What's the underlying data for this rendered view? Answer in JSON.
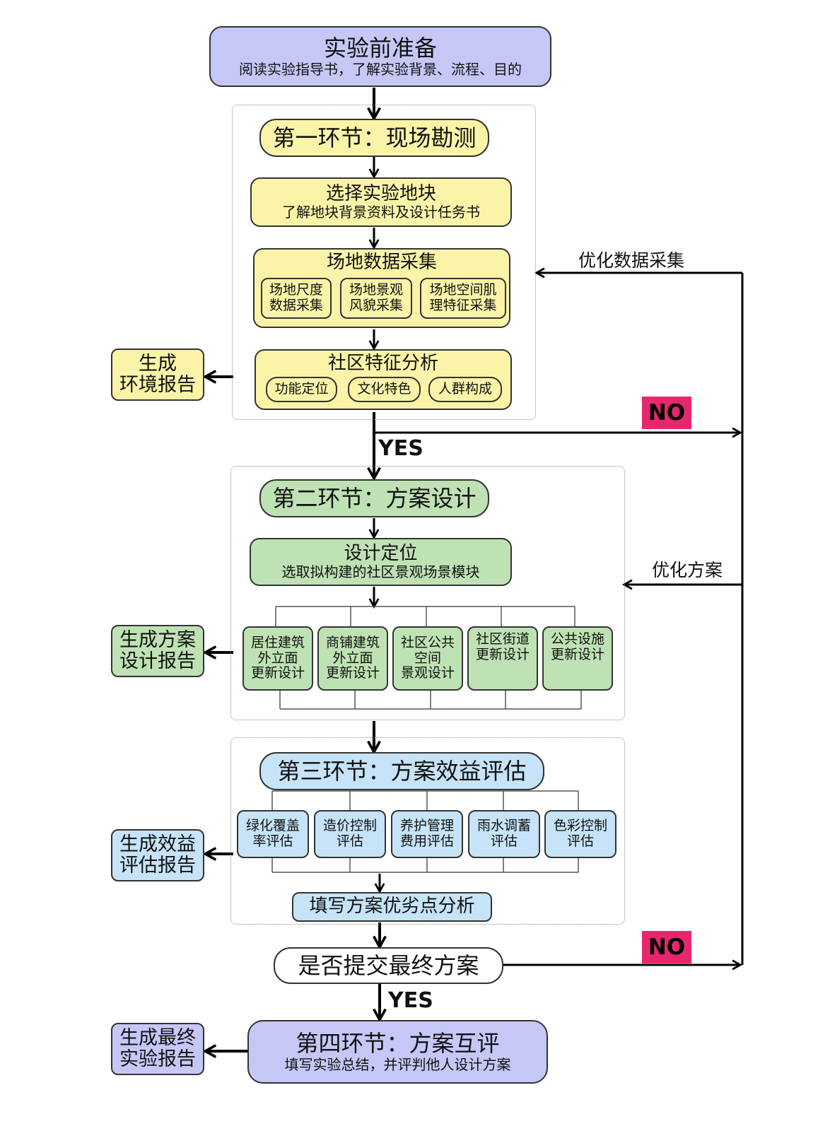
{
  "prep": {
    "title": "实验前准备",
    "subtitle": "阅读实验指导书，了解实验背景、流程、目的"
  },
  "stage1": {
    "title": "第一环节：现场勘测",
    "select": {
      "title": "选择实验地块",
      "subtitle": "了解地块背景资料及设计任务书"
    },
    "collect": {
      "title": "场地数据采集",
      "items": [
        {
          "line1": "场地尺度",
          "line2": "数据采集"
        },
        {
          "line1": "场地景观",
          "line2": "风貌采集"
        },
        {
          "line1": "场地空间肌",
          "line2": "理特征采集"
        }
      ]
    },
    "analysis": {
      "title": "社区特征分析",
      "items": [
        "功能定位",
        "文化特色",
        "人群构成"
      ]
    },
    "report": {
      "line1": "生成",
      "line2": "环境报告"
    }
  },
  "stage2": {
    "title": "第二环节：方案设计",
    "position": {
      "title": "设计定位",
      "subtitle": "选取拟构建的社区景观场景模块"
    },
    "items": [
      {
        "line1": "居住建筑",
        "line2": "外立面",
        "line3": "更新设计"
      },
      {
        "line1": "商铺建筑",
        "line2": "外立面",
        "line3": "更新设计"
      },
      {
        "line1": "社区公共",
        "line2": "空间",
        "line3": "景观设计"
      },
      {
        "line1": "社区街道",
        "line2": "更新设计",
        "line3": ""
      },
      {
        "line1": "公共设施",
        "line2": "更新设计",
        "line3": ""
      }
    ],
    "report": {
      "line1": "生成方案",
      "line2": "设计报告"
    }
  },
  "stage3": {
    "title": "第三环节：方案效益评估",
    "items": [
      {
        "line1": "绿化覆盖",
        "line2": "率评估"
      },
      {
        "line1": "造价控制",
        "line2": "评估"
      },
      {
        "line1": "养护管理",
        "line2": "费用评估"
      },
      {
        "line1": "雨水调蓄",
        "line2": "评估"
      },
      {
        "line1": "色彩控制",
        "line2": "评估"
      }
    ],
    "analysis": "填写方案优劣点分析",
    "report": {
      "line1": "生成效益",
      "line2": "评估报告"
    }
  },
  "decision": "是否提交最终方案",
  "stage4": {
    "title": "第四环节：方案互评",
    "subtitle": "填写实验总结，并评判他人设计方案",
    "report": {
      "line1": "生成最终",
      "line2": "实验报告"
    }
  },
  "feedback": {
    "optimize_data": "优化数据采集",
    "optimize_plan": "优化方案",
    "yes": "YES",
    "no": "NO"
  },
  "colors": {
    "purple": "#c5c8f6",
    "yellow": "#fbf4a8",
    "green": "#bfe2b4",
    "blue": "#c6e3f7",
    "no_badge": "#e6266e"
  }
}
